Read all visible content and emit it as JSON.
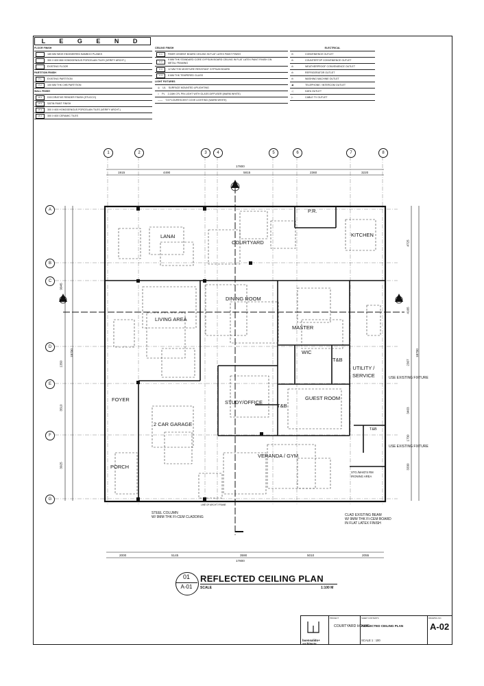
{
  "legend": {
    "title": "L E G E N D",
    "floor": {
      "header": "FLOOR FINISH",
      "items": [
        {
          "code": "",
          "text": "185 MM WIDE ENGINEERED BAMBOO PLANKS"
        },
        {
          "code": "",
          "text": "300 X 600 MM HOMOGENOUS PORCELAIN TILES (VERIFY ARCHT.)"
        },
        {
          "code": "",
          "text": "EXISTING FLOOR"
        }
      ]
    },
    "partition": {
      "header": "PARTITION FINISH",
      "items": [
        {
          "code": "P 1",
          "text": "EXISTING PARTITION"
        },
        {
          "code": "P 2",
          "text": "100 MM THK CHB PARTITION"
        }
      ]
    },
    "wall": {
      "header": "WALL FINISH",
      "items": [
        {
          "code": "W 1",
          "text": "DOCORATIVE RENDER FINISH (STUCCO)"
        },
        {
          "code": "W 2",
          "text": "SATIN PAINT FINISH"
        },
        {
          "code": "W 3",
          "text": "300 X 600 HOMOGENOUS PORCELAIN TILES (VERIFY ARCHT.)"
        },
        {
          "code": "W 4",
          "text": "300 X 600 CERAMIC TILES"
        }
      ]
    },
    "ceiling": {
      "header": "CEILING FINISH",
      "items": [
        {
          "code": "C 1",
          "text": "FIBER CEMENT BOARD CEILING IN FLAT LATEX PAINT FINISH"
        },
        {
          "code": "C 2",
          "text": "9 MM THK STANDARD CORE GYPSUM BOARD CEILING IN FLAT LATEX PAINT FINISH ON METAL FRAMING"
        },
        {
          "code": "C 3",
          "text": "12 MM THK MOISTURE RESISTANT GYPSUM BOARD"
        },
        {
          "code": "C 4",
          "text": "6 MM THK TEMPERED GLASS"
        }
      ]
    },
    "light": {
      "header": "LIGHT FIXTURES",
      "items": [
        {
          "code": "UL",
          "text": "SURFACE MOUNTED UPLIGHTING"
        },
        {
          "code": "PL",
          "text": "2-18W CFL PIN LIGHT WITH GLASS DIFFUSER (WARM WHITE)"
        },
        {
          "code": "",
          "text": "T-5 FLOURESCENT COVE LIGHTING (WARM WHITE)"
        }
      ]
    },
    "electrical": {
      "header": "ELECTRICAL",
      "items": [
        {
          "code": "",
          "text": "CONVENIENCE OUTLET"
        },
        {
          "code": "CTO",
          "text": "COUNTERTOP CONVENIENCE OUTLET"
        },
        {
          "code": "WP",
          "text": "WEATHERPROOF CONVENIENCE OUTLET"
        },
        {
          "code": "REF",
          "text": "REFRIGERATOR OUTLET"
        },
        {
          "code": "WM",
          "text": "WASHING MACHINE OUTLET"
        },
        {
          "code": "",
          "text": "TELEPHONE / INTERCOM OUTLET"
        },
        {
          "code": "",
          "text": "DATA OUTLET"
        },
        {
          "code": "CATV",
          "text": "CABLE TV OUTLET"
        }
      ]
    }
  },
  "grid": {
    "columns": [
      "1",
      "2",
      "3",
      "4",
      "5",
      "6",
      "7",
      "8"
    ],
    "rows": [
      "A",
      "B",
      "C",
      "D",
      "E",
      "F",
      "G"
    ],
    "top_dims": [
      "1915",
      "4490",
      "5815",
      "2360",
      "3220"
    ],
    "top_total": "17800",
    "bottom_dims": [
      "2000",
      "5145",
      "3590",
      "5010",
      "2055"
    ],
    "bottom_total": "17800",
    "left_dims": [
      "9945",
      "1350",
      "3510",
      "3925"
    ],
    "left_total": "18730",
    "right_dims": [
      "4725",
      "4165",
      "2307",
      "3403",
      "1730",
      "3330"
    ],
    "right_total": "18730"
  },
  "rooms": {
    "lanai": "LANAI",
    "courtyard": "COURTYARD",
    "pr": "P.R.",
    "kitchen": "KITCHEN",
    "dining": "DINING ROOM",
    "living": "LIVING AREA",
    "master": "MASTER",
    "wic": "WIC",
    "tb1": "T&B",
    "utility": "UTILITY /\nSERVICE",
    "foyer": "FOYER",
    "garage": "2 CAR GARAGE",
    "study": "STUDY/OFFICE",
    "tb2": "T&B",
    "guest": "GUEST ROOM",
    "tb3": "T&B",
    "veranda": "VERANDA / GYM",
    "porch": "PORCH",
    "maid": "STG./MAID'S RM\nIRONING AREA"
  },
  "notes": {
    "existing1": "USE EXISTING FIXTURE",
    "existing2": "USE EXISTING FIXTURE",
    "column": "STEEL COLUMN\nW/ 9MM THK FI-CEM CLADDING",
    "beam": "CLAD EXISTING BEAM\nW/ 9MM THK FI-CEM BOARD\nIN FLAT LATEX FINISH",
    "archt": "LINE OF ARCHT. FRAME"
  },
  "title_block": {
    "drawing_number": "01",
    "ref_sheet": "A-01",
    "drawing_title": "REFLECTED CEILING PLAN",
    "scale_label": "SCALE",
    "scale_value": "1:100 M",
    "project_label": "PROJECT",
    "project": "COURTYARD HOUSE",
    "sheet_contents_label": "SHEET CONTENTS",
    "sheet_contents": "REFLECTED CEILING PLAN",
    "drawing_no_label": "DRAWING NO.",
    "sheet_number": "A-02",
    "firm": "buensalido+ architects",
    "scale_row": "SCALE  1 :  100"
  },
  "colors": {
    "ink": "#111111",
    "paper": "#ffffff",
    "dash": "#555555"
  }
}
